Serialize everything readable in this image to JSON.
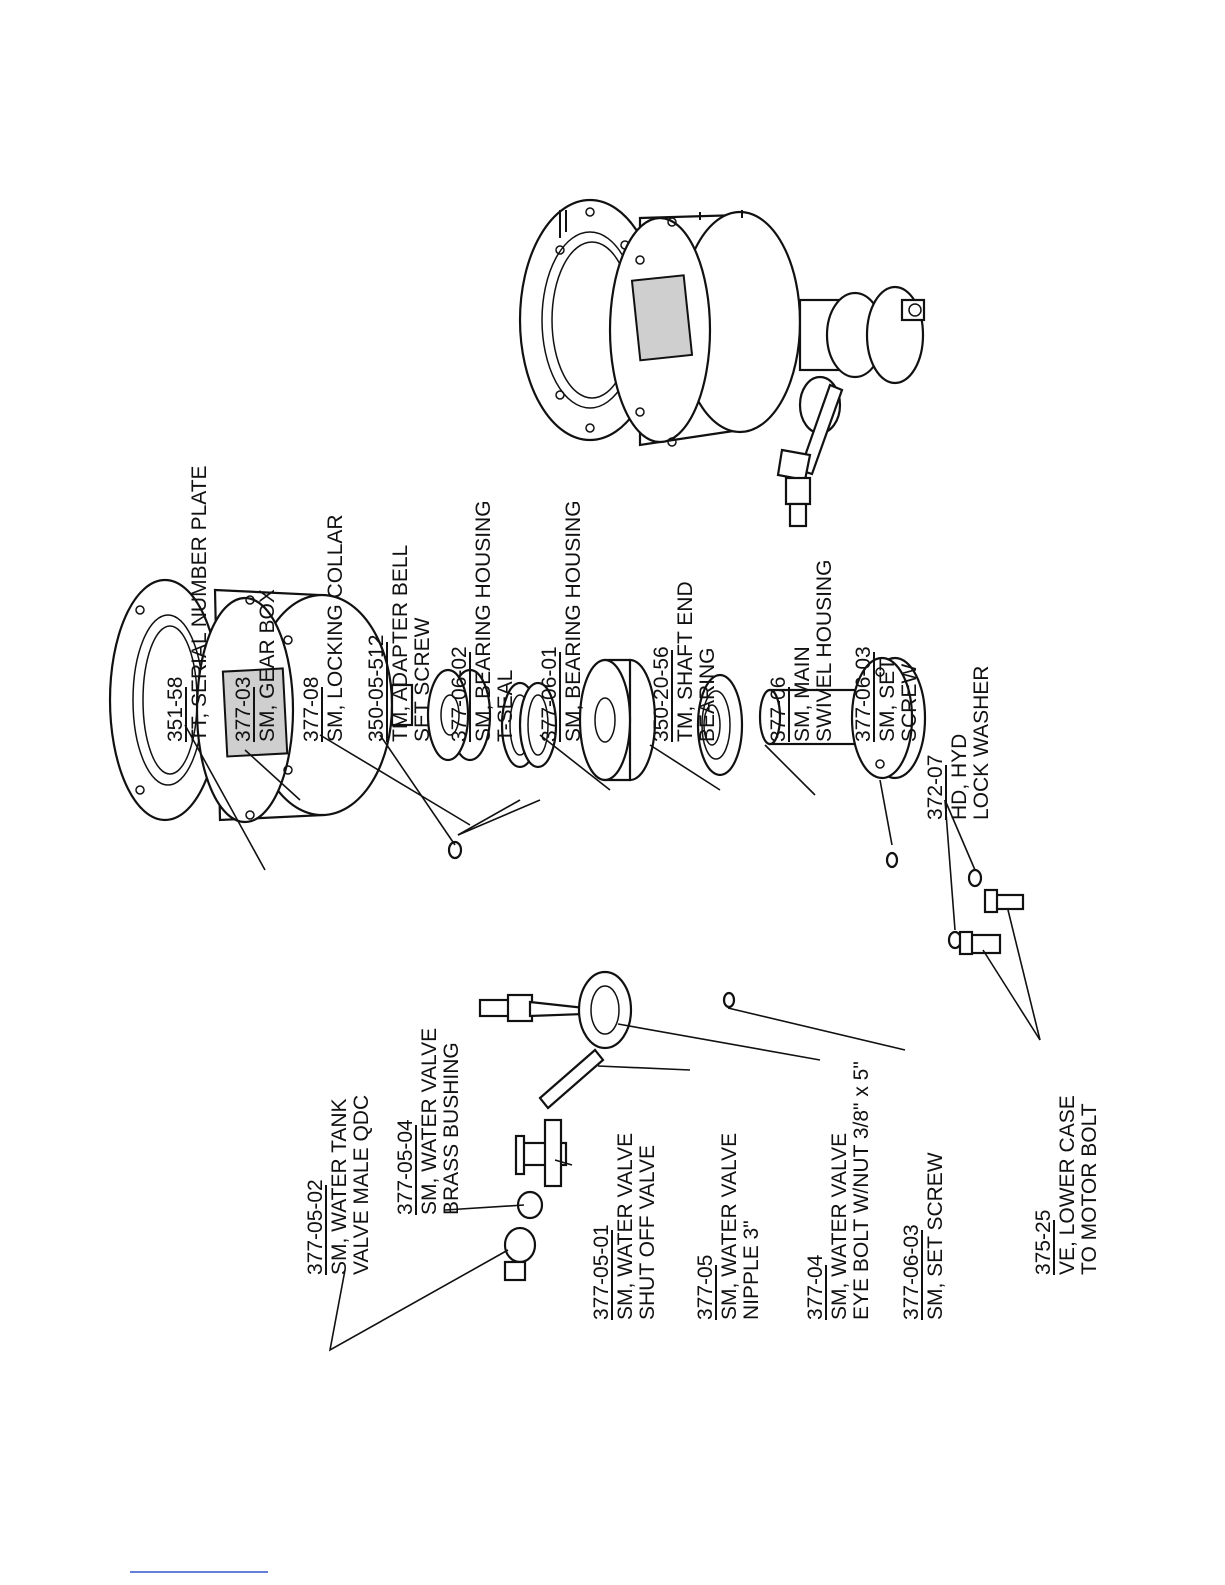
{
  "callouts": [
    {
      "part": "351-58",
      "desc1": "TT, SERIAL NUMBER PLATE",
      "desc2": ""
    },
    {
      "part": "377-03",
      "desc1": "SM, GEAR BOX",
      "desc2": ""
    },
    {
      "part": "377-08",
      "desc1": "SM, LOCKING COLLAR",
      "desc2": ""
    },
    {
      "part": "350-05-512",
      "desc1": "TM, ADAPTER BELL",
      "desc2": "SET SCREW"
    },
    {
      "part": "377-06-02",
      "desc1": "SM, BEARING HOUSING",
      "desc2": "T-SEAL"
    },
    {
      "part": "377-06-01",
      "desc1": "SM, BEARING HOUSING",
      "desc2": ""
    },
    {
      "part": "350-20-56",
      "desc1": "TM, SHAFT END",
      "desc2": "BEARING"
    },
    {
      "part": "377-06",
      "desc1": "SM, MAIN",
      "desc2": "SWIVEL HOUSING"
    },
    {
      "part": "377-06-03",
      "desc1": "SM, SET",
      "desc2": "SCREW"
    },
    {
      "part": "372-07",
      "desc1": "HD, HYD",
      "desc2": "LOCK WASHER"
    },
    {
      "part": "377-05-02",
      "desc1": "SM, WATER TANK",
      "desc2": "VALVE MALE QDC"
    },
    {
      "part": "377-05-04",
      "desc1": "SM, WATER VALVE",
      "desc2": "BRASS BUSHING"
    },
    {
      "part": "377-05-01",
      "desc1": "SM, WATER VALVE",
      "desc2": "SHUT OFF VALVE"
    },
    {
      "part": "377-05",
      "desc1": "SM, WATER VALVE",
      "desc2": "NIPPLE 3\""
    },
    {
      "part": "377-04",
      "desc1": "SM, WATER VALVE",
      "desc2": "EYE BOLT W/NUT 3/8\" x 5\""
    },
    {
      "part": "377-06-03",
      "desc1": "SM, SET SCREW",
      "desc2": ""
    },
    {
      "part": "375-25",
      "desc1": "VE, LOWER CASE",
      "desc2": "TO MOTOR BOLT"
    }
  ]
}
